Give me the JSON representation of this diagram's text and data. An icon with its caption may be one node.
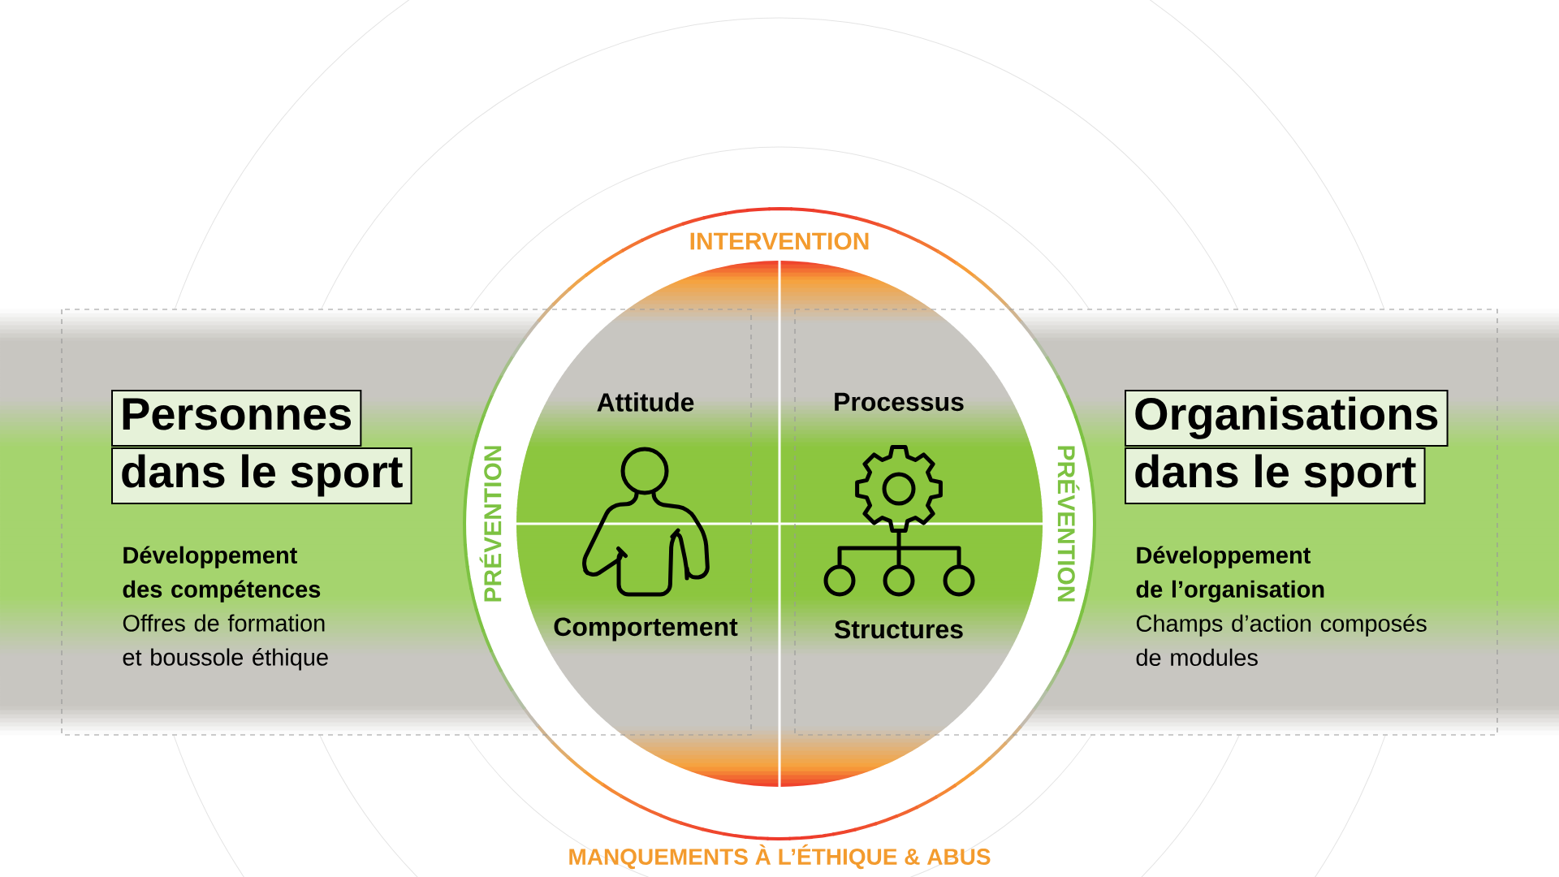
{
  "diagram": {
    "nodes": [
      {
        "text": [
          "Personnes"
        ]
      },
      {
        "text": [
          "dans le sport"
        ]
      },
      {
        "text": [
          "INTERVENTION",
          "PRÉVENTION",
          "PRÉVENTION",
          "MANQUEMENTS À L’ÉTHIQUE & ABUS"
        ]
      },
      {
        "text": [
          "Attitude"
        ],
        "in": 2
      },
      {
        "text": [
          "Processus"
        ],
        "in": 2
      },
      {
        "text": [
          "Comportement"
        ],
        "in": 2
      },
      {
        "text": [
          "Structures"
        ],
        "in": 2
      },
      {
        "text": [
          "Organisations"
        ]
      },
      {
        "text": [
          "dans le sport"
        ]
      }
    ],
    "labels": [
      "Développement des compétences",
      "Offres de formation et boussole éthique",
      "Développement de l’organisation",
      "Champs d’action composés de modules"
    ]
  }
}
